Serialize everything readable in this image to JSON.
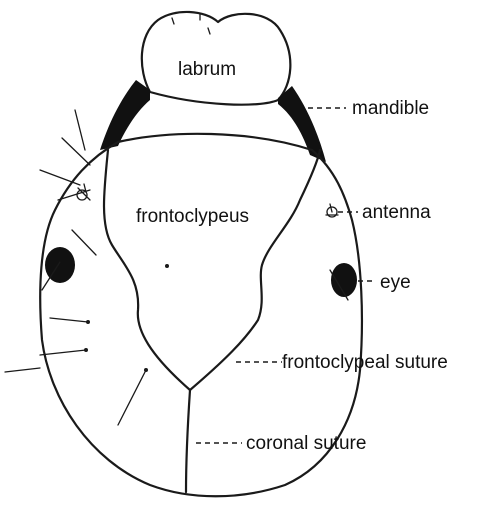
{
  "diagram": {
    "labels": {
      "labrum": "labrum",
      "mandible": "mandible",
      "frontoclypeus": "frontoclypeus",
      "antenna": "antenna",
      "eye": "eye",
      "frontoclypeal_suture": "frontoclypeal suture",
      "coronal_suture": "coronal suture"
    },
    "colors": {
      "ink": "#1a1a1a",
      "background": "#ffffff"
    }
  }
}
